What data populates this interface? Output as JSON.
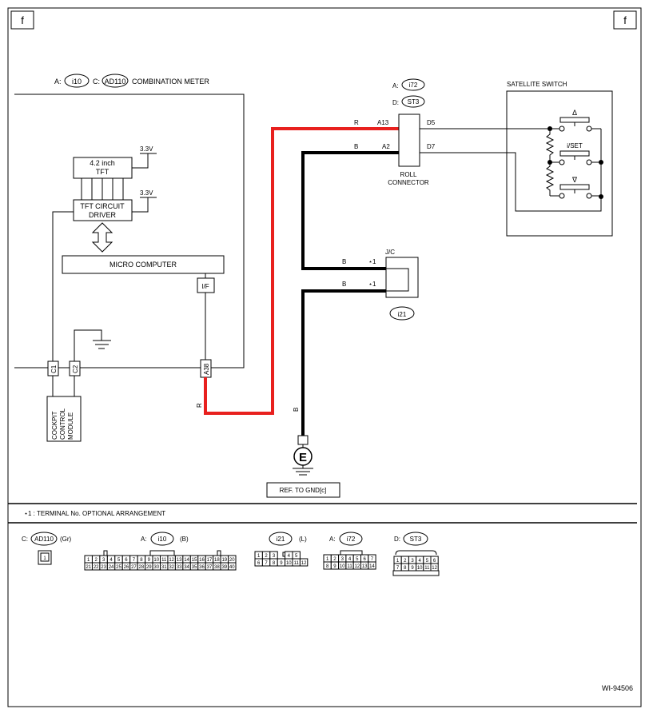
{
  "corner_labels": [
    "f",
    "f"
  ],
  "meter": {
    "prefix_a": "A:",
    "conn_a": "i10",
    "prefix_c": "C:",
    "conn_c": "AD110",
    "title": "COMBINATION METER"
  },
  "tft": {
    "line1": "4.2 inch",
    "line2": "TFT"
  },
  "driver": {
    "line1": "TFT CIRCUIT",
    "line2": "DRIVER"
  },
  "supply": {
    "v1": "3.3V",
    "v2": "3.3V"
  },
  "micro": "MICRO COMPUTER",
  "if_box": "I/F",
  "pins": {
    "c1": "C1",
    "c2": "C2",
    "a38": "A38"
  },
  "cockpit": {
    "line1": "COCKPIT",
    "line2": "CONTROL",
    "line3": "MODULE"
  },
  "roll": {
    "prefix_a": "A:",
    "conn_a": "i72",
    "prefix_d": "D:",
    "conn_d": "ST3",
    "line1": "ROLL",
    "line2": "CONNECTOR",
    "pin_a13": "A13",
    "pin_a2": "A2",
    "pin_d5": "D5",
    "pin_d7": "D7"
  },
  "wires": {
    "r1": "R",
    "b1": "B",
    "b2": "B",
    "b3": "B",
    "r2": "R",
    "b4": "B"
  },
  "satellite": {
    "title": "SATELLITE SWITCH",
    "up": "Δ",
    "set": "i/SET",
    "down": "∇"
  },
  "jc": {
    "label": "J/C",
    "star1": "⋆1",
    "star2": "⋆1",
    "conn": "i21"
  },
  "ground": {
    "symbol": "E",
    "ref": "REF. TO GND[c]"
  },
  "note": "⋆1 : TERMINAL No. OPTIONAL ARRANGEMENT",
  "connectors": [
    {
      "prefix": "C:",
      "id": "AD110",
      "suffix": "(Gr)",
      "pins": [
        "1"
      ]
    },
    {
      "prefix": "A:",
      "id": "i10",
      "suffix": "(B)",
      "row1": [
        "1",
        "2",
        "3",
        "4",
        "5",
        "6",
        "7",
        "8",
        "9",
        "10",
        "11",
        "12",
        "13",
        "14",
        "15",
        "16",
        "17",
        "18",
        "19",
        "20"
      ],
      "row2": [
        "21",
        "22",
        "23",
        "24",
        "25",
        "26",
        "27",
        "28",
        "29",
        "30",
        "31",
        "32",
        "33",
        "34",
        "35",
        "36",
        "37",
        "38",
        "39",
        "40"
      ]
    },
    {
      "prefix": "",
      "id": "i21",
      "suffix": "(L)",
      "row1": [
        "1",
        "2",
        "3",
        "",
        "4",
        "5"
      ],
      "row2": [
        "6",
        "7",
        "8",
        "9",
        "10",
        "11",
        "12"
      ]
    },
    {
      "prefix": "A:",
      "id": "i72",
      "suffix": "",
      "row1": [
        "1",
        "2",
        "3",
        "4",
        "5",
        "6",
        "7"
      ],
      "row2": [
        "8",
        "9",
        "10",
        "11",
        "12",
        "13",
        "14"
      ]
    },
    {
      "prefix": "D:",
      "id": "ST3",
      "suffix": "",
      "row1": [
        "1",
        "2",
        "3",
        "4",
        "5",
        "6"
      ],
      "row2": [
        "7",
        "8",
        "9",
        "10",
        "11",
        "12"
      ]
    }
  ],
  "figure_id": "WI-94506",
  "colors": {
    "red_wire": "#e8201e",
    "black_wire": "#000000"
  }
}
